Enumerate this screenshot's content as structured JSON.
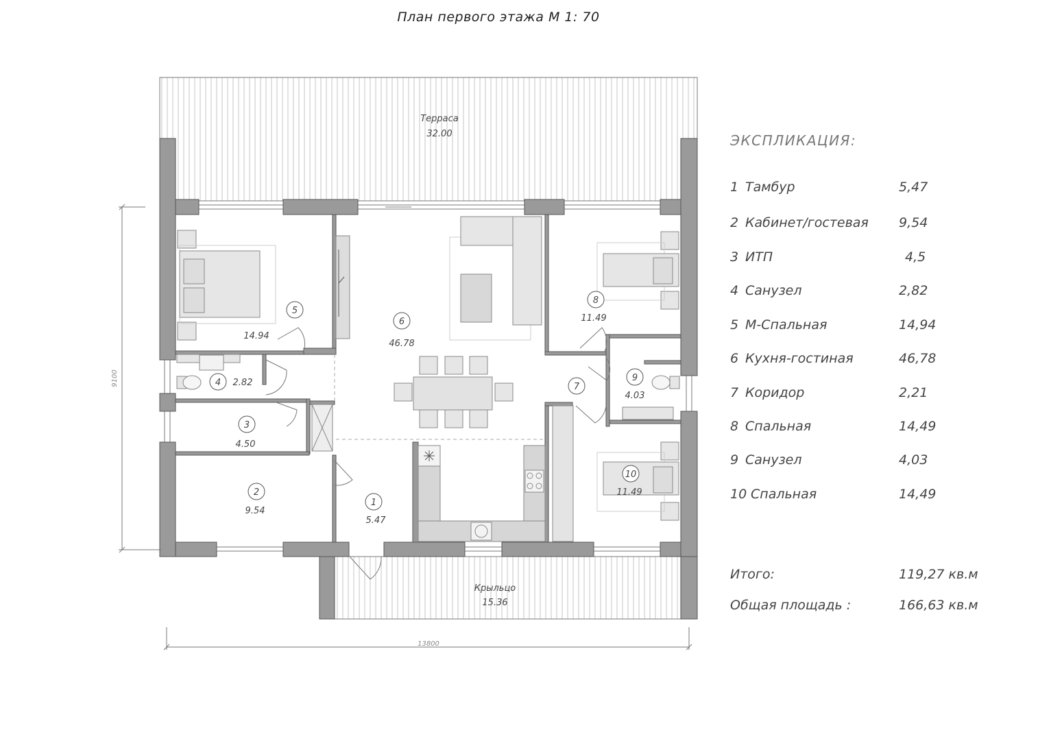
{
  "title": "План первого этажа   М 1: 70",
  "dimensions": {
    "width": "13800",
    "height": "9100"
  },
  "outdoor": {
    "terrace": {
      "name": "Терраса",
      "area": "32.00"
    },
    "porch": {
      "name": "Крыльцо",
      "area": "15.36"
    }
  },
  "plan_rooms": [
    {
      "num": "1",
      "area": "5.47"
    },
    {
      "num": "2",
      "area": "9.54"
    },
    {
      "num": "3",
      "area": "4.50"
    },
    {
      "num": "4",
      "area": "2.82"
    },
    {
      "num": "5",
      "area": "14.94"
    },
    {
      "num": "6",
      "area": "46.78"
    },
    {
      "num": "7",
      "area": ""
    },
    {
      "num": "8",
      "area": "11.49"
    },
    {
      "num": "9",
      "area": "4.03"
    },
    {
      "num": "10",
      "area": "11.49"
    }
  ],
  "explication": {
    "heading": "ЭКСПЛИКАЦИЯ:",
    "rows": [
      {
        "num": "1",
        "name": "Тамбур",
        "area": "5,47"
      },
      {
        "num": "2",
        "name": "Кабинет/гостевая",
        "area": "9,54"
      },
      {
        "num": "3",
        "name": "ИТП",
        "area": "4,5"
      },
      {
        "num": "4",
        "name": "Санузел",
        "area": "2,82"
      },
      {
        "num": "5",
        "name": "М-Спальная",
        "area": "14,94"
      },
      {
        "num": "6",
        "name": "Кухня-гостиная",
        "area": "46,78"
      },
      {
        "num": "7",
        "name": "Коридор",
        "area": "2,21"
      },
      {
        "num": "8",
        "name": "Спальная",
        "area": "14,49"
      },
      {
        "num": "9",
        "name": "Санузел",
        "area": "4,03"
      },
      {
        "num": "10",
        "name": "Спальная",
        "area": "14,49"
      }
    ],
    "total_label": "Итого:",
    "total_value": "119,27  кв.м",
    "overall_label": "Общая  площадь :",
    "overall_value": "166,63  кв.м"
  },
  "colors": {
    "wall": "#9a9a9a",
    "line": "#6e6e6e",
    "furniture": "#e6e6e6",
    "kitchen": "#d6d6d6"
  }
}
